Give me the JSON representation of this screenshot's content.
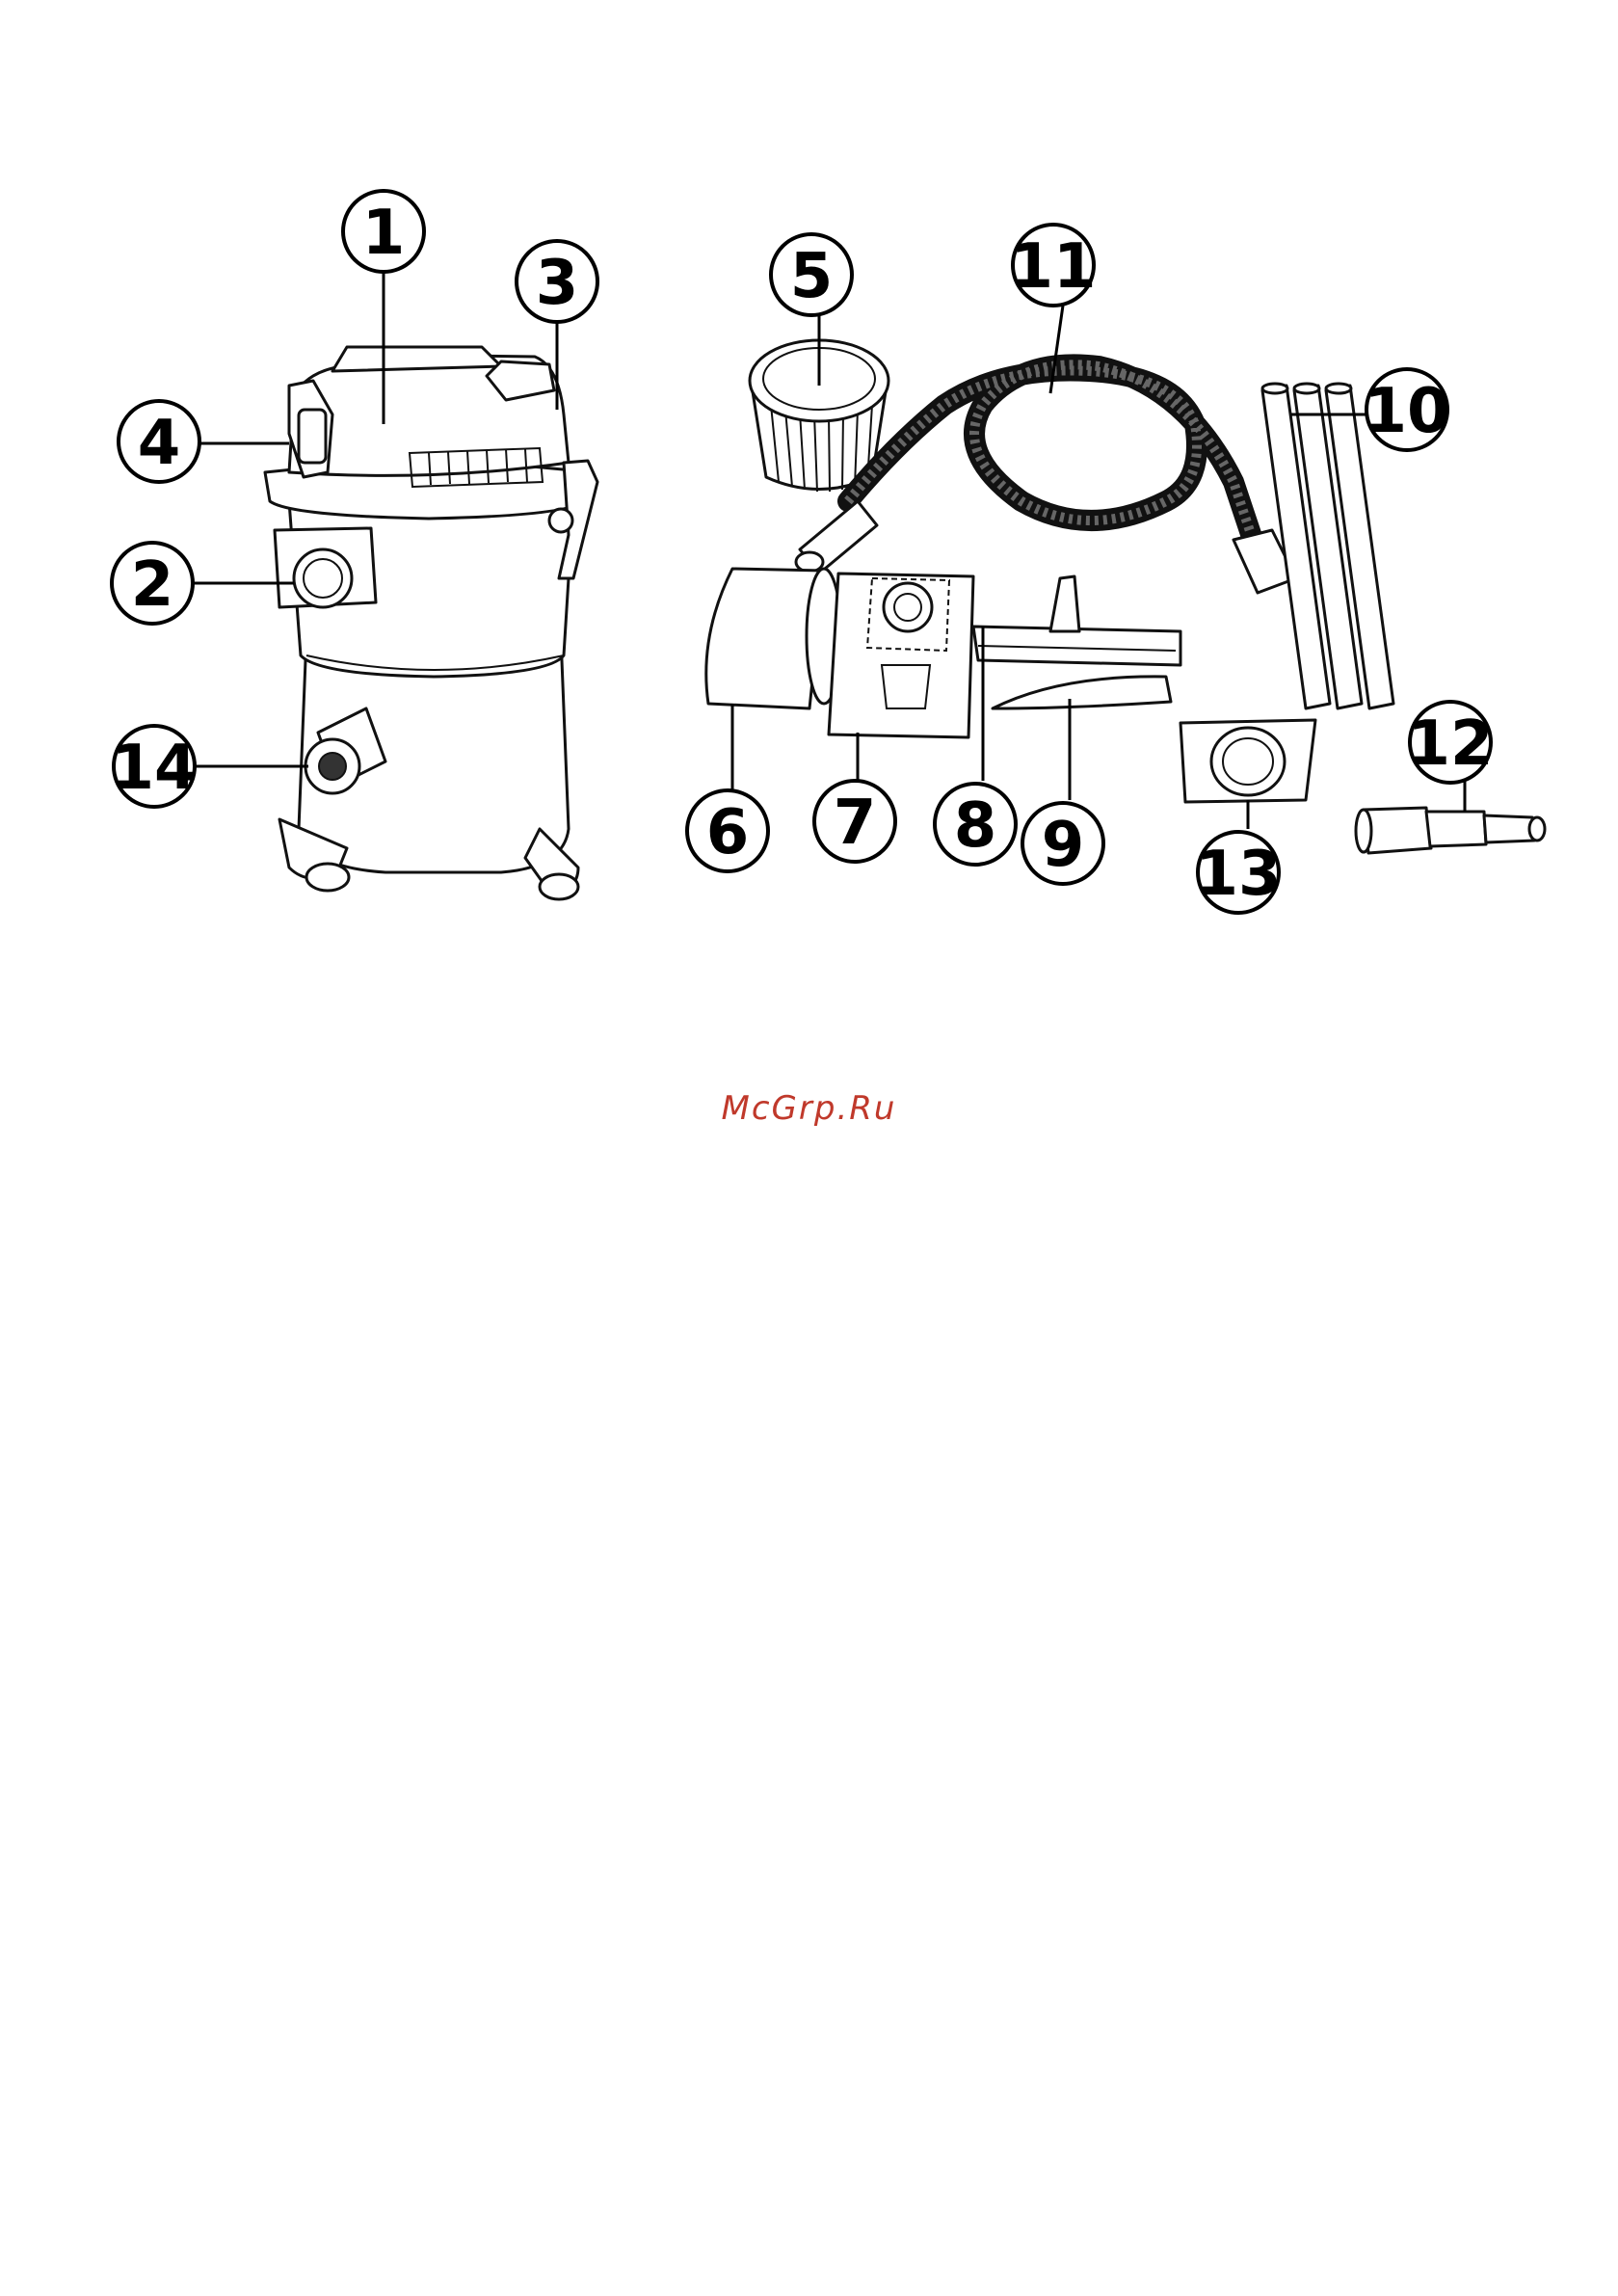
{
  "callouts": {
    "c1": "1",
    "c2": "2",
    "c3": "3",
    "c4": "4",
    "c5": "5",
    "c6": "6",
    "c7": "7",
    "c8": "8",
    "c9": "9",
    "c10": "10",
    "c11": "11",
    "c12": "12",
    "c13": "13",
    "c14": "14"
  },
  "watermark": "McGrp.Ru",
  "colors": {
    "watermark": "#c0392b",
    "line": "#000000"
  }
}
